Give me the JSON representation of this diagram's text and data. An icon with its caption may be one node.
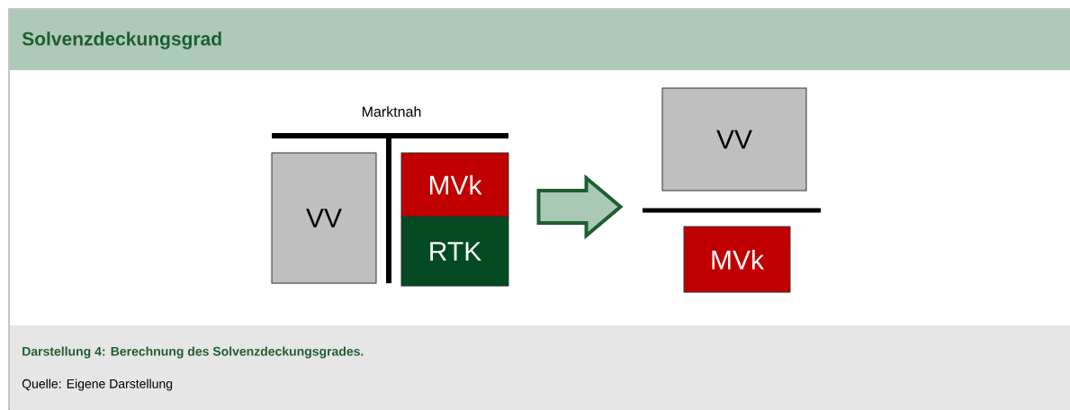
{
  "diagram": {
    "title": "Solvenzdeckungsgrad",
    "caption": "Darstellung 4: Berechnung des Solvenzdeckungsgrades.",
    "nodes": [
      {
        "text": [
          "VV"
        ]
      },
      {
        "text": [
          "MVk"
        ]
      },
      {
        "text": [
          "RTK"
        ]
      },
      {
        "text": [
          "VV"
        ]
      },
      {
        "text": [
          "MVk"
        ]
      }
    ],
    "edges": [
      {
        "from": 1,
        "to": 4,
        "arrow": "to"
      }
    ],
    "labels": [
      "Marktnah",
      "Quelle: Eigene Darstellung"
    ]
  }
}
